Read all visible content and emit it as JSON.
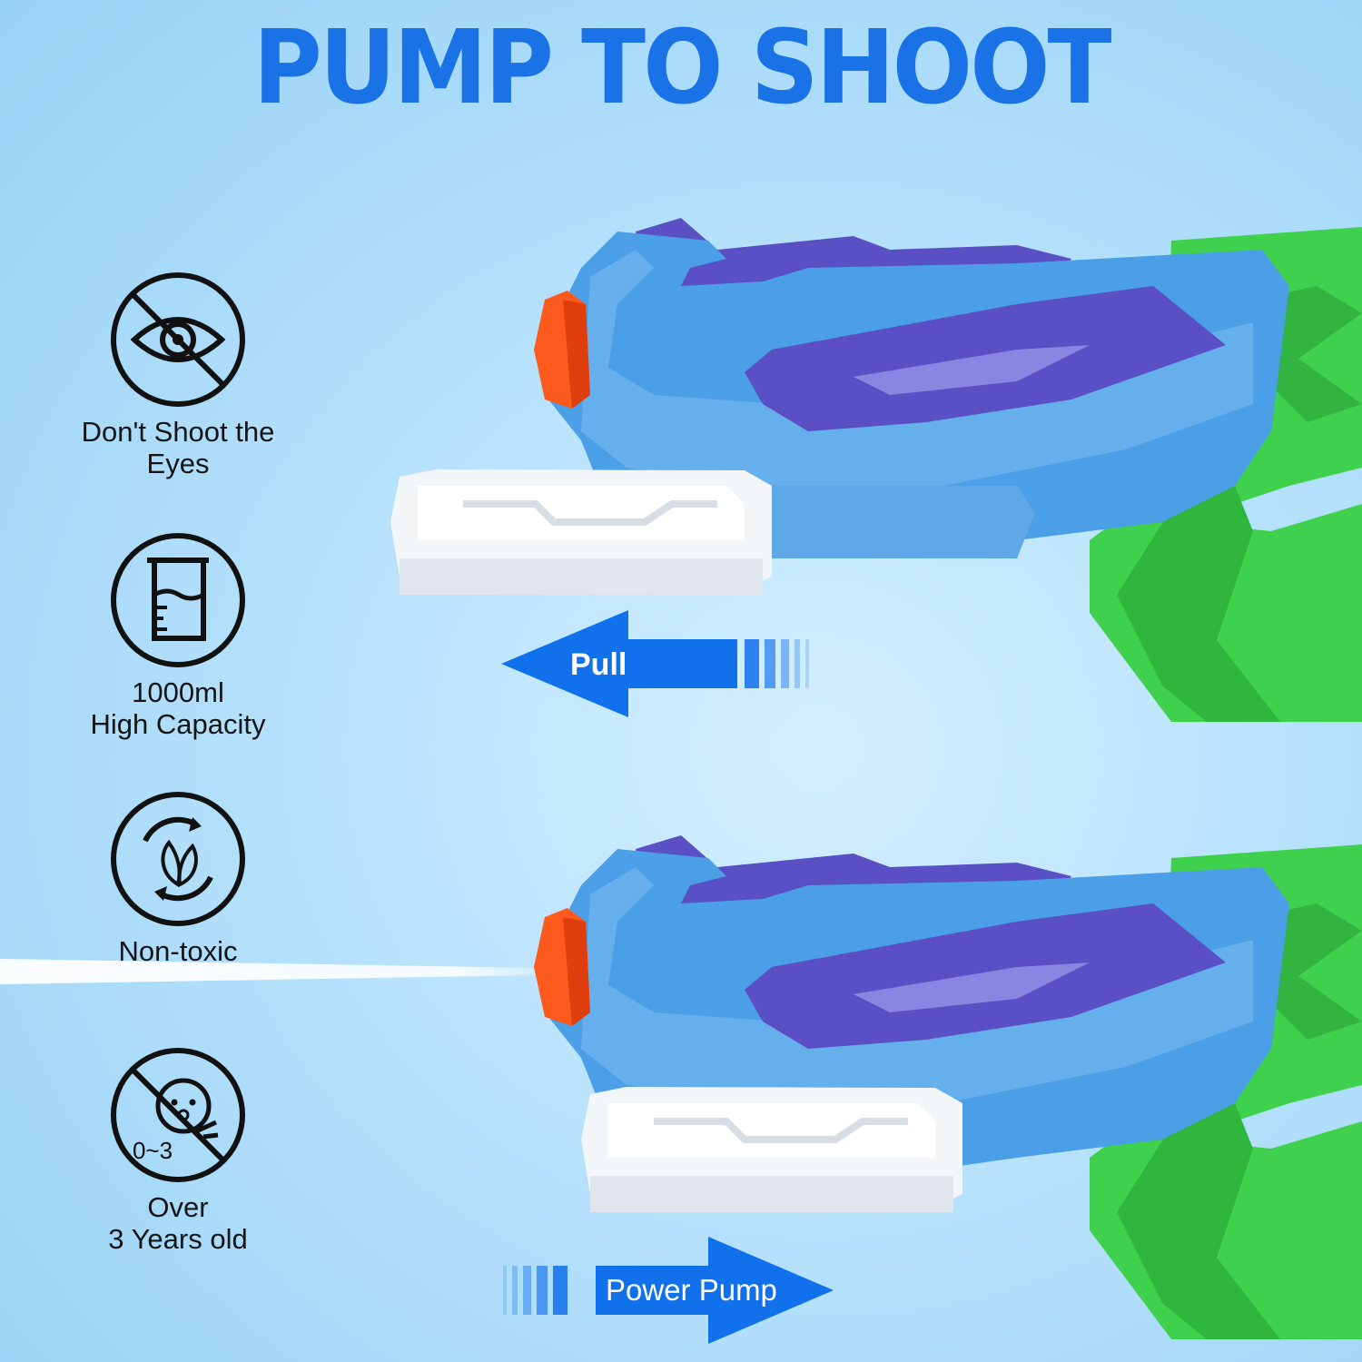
{
  "headline": "PUMP TO SHOOT",
  "features": [
    {
      "icon": "no-eye-icon",
      "lines": [
        "Don't Shoot the",
        "Eyes"
      ]
    },
    {
      "icon": "beaker-icon",
      "lines": [
        "1000ml",
        "High Capacity"
      ]
    },
    {
      "icon": "eco-leaf-icon",
      "lines": [
        "Non-toxic"
      ]
    },
    {
      "icon": "no-baby-icon",
      "lines": [
        "Over",
        "3 Years old"
      ],
      "badge_text": "0~3"
    }
  ],
  "arrows": {
    "pull": "Pull",
    "power_pump": "Power Pump"
  },
  "colors": {
    "headline": "#1a73e6",
    "arrow": "#1170ec",
    "gun_blue": "#4a9fe6",
    "gun_purple": "#5a4fc4",
    "gun_green": "#3fd14e",
    "nozzle": "#ff5a1e",
    "pump": "#f3f6f9"
  }
}
